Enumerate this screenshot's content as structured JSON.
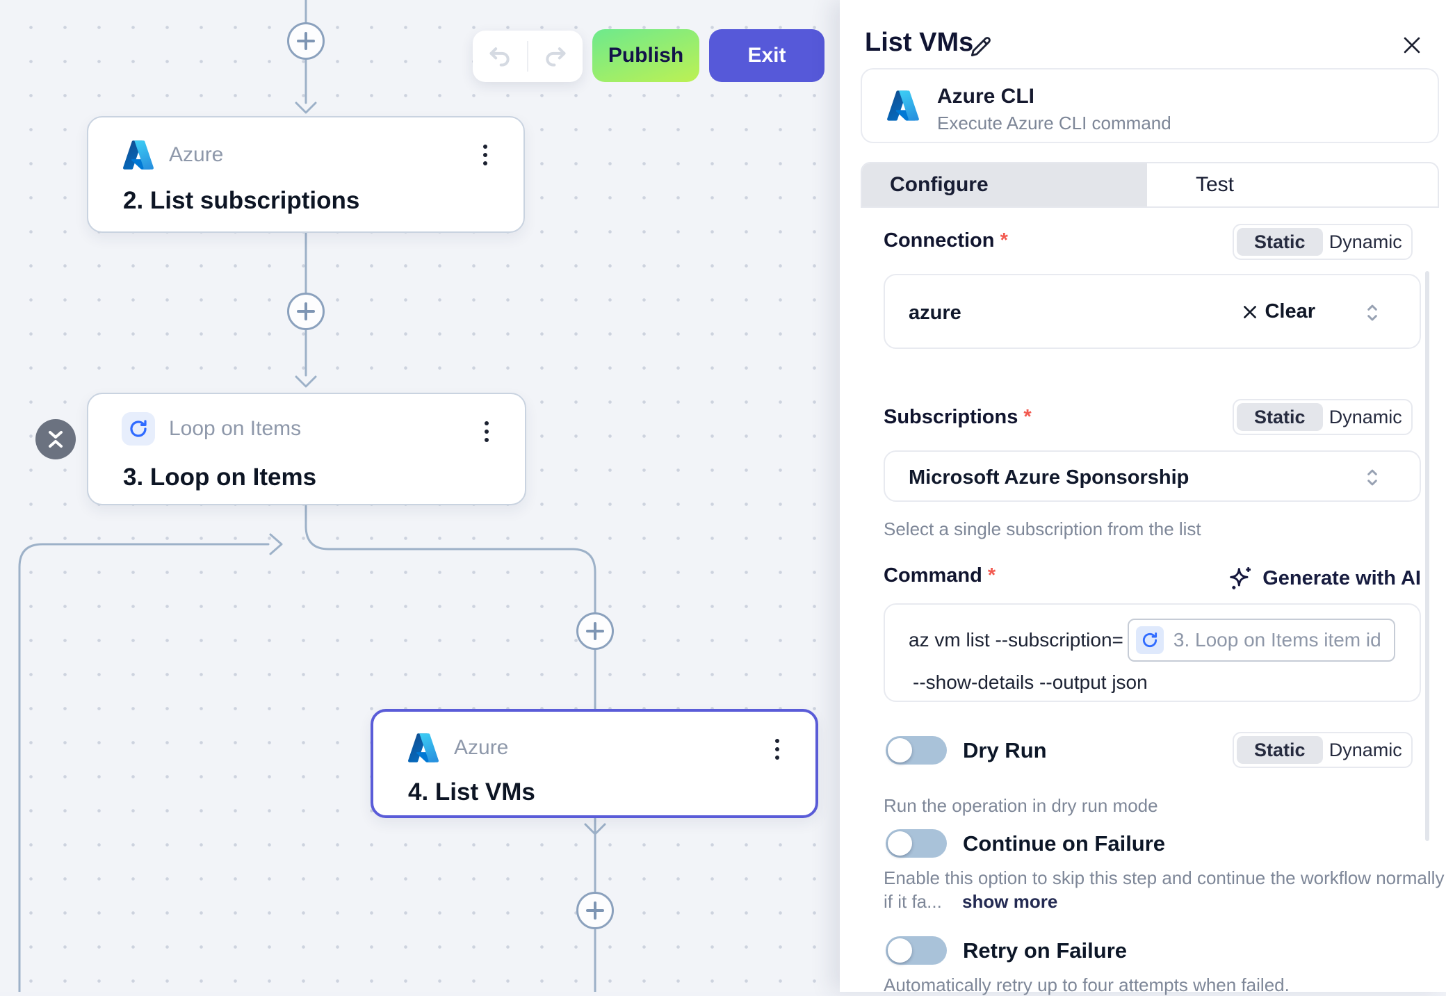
{
  "toolbar": {
    "publish_label": "Publish",
    "exit_label": "Exit"
  },
  "canvas": {
    "nodes": [
      {
        "app": "Azure",
        "title": "2. List subscriptions"
      },
      {
        "app": "Loop on Items",
        "title": "3. Loop on Items"
      },
      {
        "app": "Azure",
        "title": "4. List VMs"
      }
    ]
  },
  "panel": {
    "title": "List VMs",
    "app_card": {
      "name": "Azure CLI",
      "description": "Execute Azure CLI command"
    },
    "tabs": {
      "configure": "Configure",
      "test": "Test"
    },
    "mode_toggle": {
      "static_label": "Static",
      "dynamic_label": "Dynamic"
    },
    "required_marker": "*",
    "connection": {
      "label": "Connection",
      "value": "azure",
      "clear_label": "Clear"
    },
    "subscriptions": {
      "label": "Subscriptions",
      "value": "Microsoft Azure Sponsorship",
      "helper": "Select a single subscription from the list"
    },
    "command": {
      "label": "Command",
      "generate_label": "Generate with AI",
      "line1": "az vm list --subscription=",
      "chip_label": "3. Loop on Items item id",
      "line2": "--show-details --output json"
    },
    "dry_run": {
      "label": "Dry Run",
      "helper": "Run the operation in dry run mode"
    },
    "continue_on_failure": {
      "label": "Continue on Failure",
      "helper_line1": "Enable this option to skip this step and continue the workflow normally",
      "helper_line2": "if it fa...",
      "show_more": "show more"
    },
    "retry_on_failure": {
      "label": "Retry on Failure",
      "helper": "Automatically retry up to four attempts when failed."
    }
  },
  "colors": {
    "selected_node_border": "#5a5cd8",
    "publish_gradient_start": "#6de98d",
    "publish_gradient_end": "#bdf153",
    "exit_background": "#5659d9",
    "edge": "#9db1c8",
    "toggle_track_off": "#a9c2d9",
    "azure_blue": "#0078d4",
    "loop_icon_blue": "#2f6bff"
  }
}
